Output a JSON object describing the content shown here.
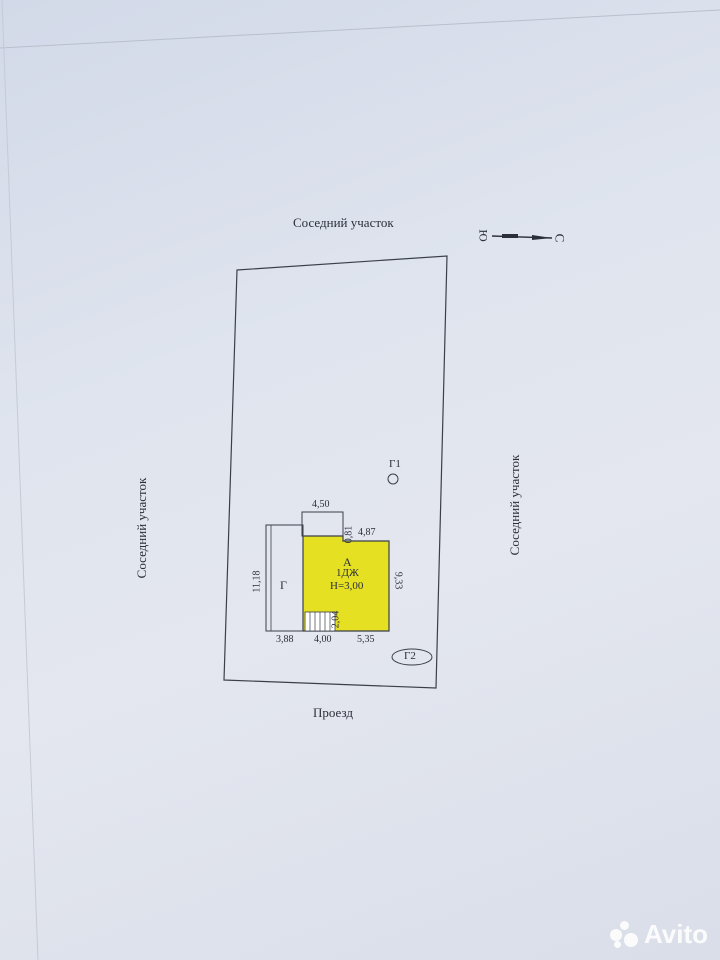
{
  "labels": {
    "neighbor_top": "Соседний участок",
    "neighbor_left": "Соседний участок",
    "neighbor_right": "Соседний участок",
    "road": "Проезд"
  },
  "compass": {
    "top_letter": "Ю",
    "bottom_letter": "С"
  },
  "building": {
    "letter": "А",
    "type": "1ДЖ",
    "height": "Н=3,00",
    "fill_color": "#e6e022"
  },
  "annex_label": "Г",
  "well_label": "Г1",
  "outbuilding_label": "Г2",
  "dimensions": {
    "top_porch": "4,50",
    "porch_depth": "0,81",
    "house_top": "4,87",
    "house_right": "9,33",
    "annex_side": "11,18",
    "bottom_left": "3,88",
    "bottom_mid": "4,00",
    "bottom_right": "5,35",
    "step_depth": "2,04"
  },
  "watermark": "Avito"
}
